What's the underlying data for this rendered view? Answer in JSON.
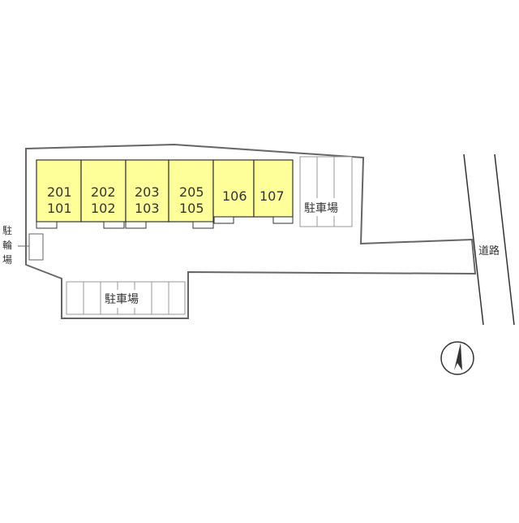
{
  "units": [
    {
      "top": "201",
      "bottom": "101"
    },
    {
      "top": "202",
      "bottom": "102"
    },
    {
      "top": "203",
      "bottom": "103"
    },
    {
      "top": "205",
      "bottom": "105"
    },
    {
      "top": "",
      "bottom": "106"
    },
    {
      "top": "",
      "bottom": "107"
    }
  ],
  "parking_right": {
    "label": "駐車場"
  },
  "parking_bottom": {
    "label": "駐車場"
  },
  "bicycle_parking": {
    "chars": [
      "駐",
      "輪",
      "場"
    ]
  },
  "road": {
    "label": "道路"
  },
  "north_arrow": {
    "icon": "north-arrow-icon"
  },
  "colors": {
    "building": "#ffff99",
    "outline": "#333333"
  }
}
